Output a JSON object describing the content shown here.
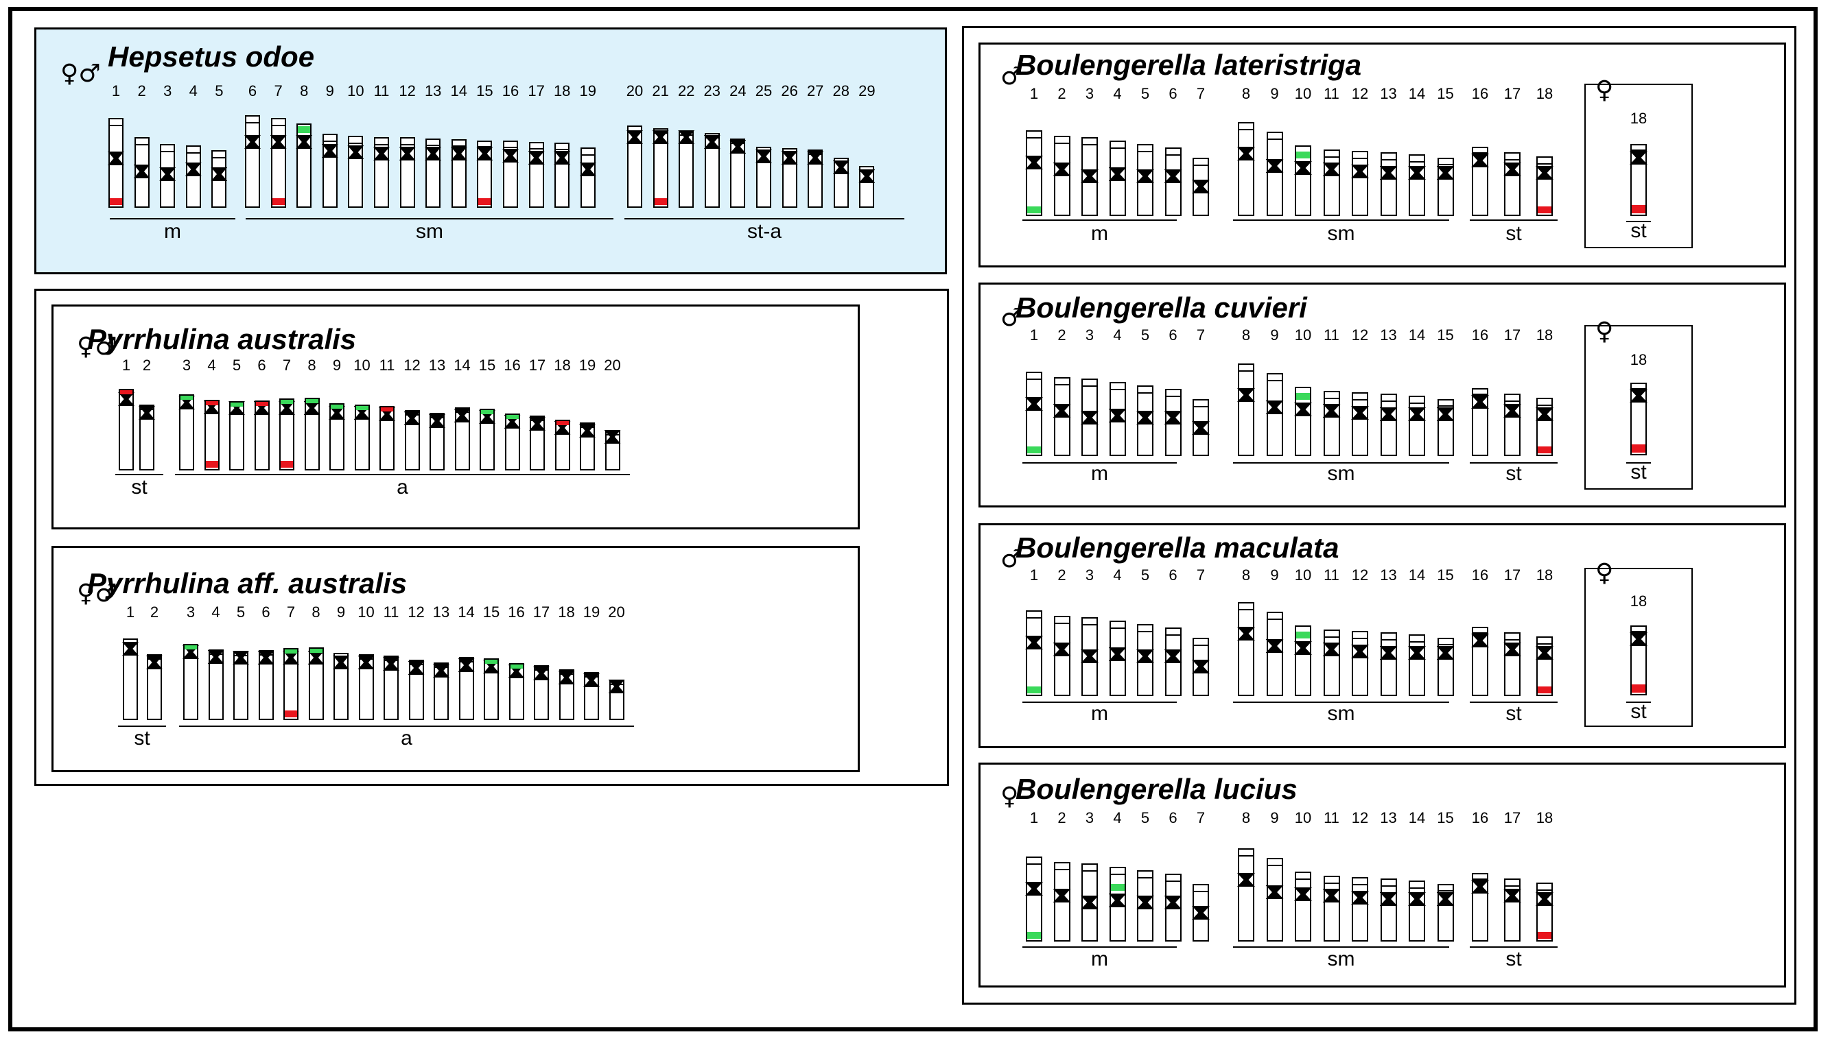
{
  "colors": {
    "nor_red": "#e8161e",
    "nor_green": "#3ad95a",
    "highlight_bg": "#ddf2fb"
  },
  "panels": [
    {
      "id": "hepsetus-odoe",
      "title": "Hepsetus odoe",
      "sex": "♀♂",
      "numbers": [
        "1",
        "2",
        "3",
        "4",
        "5",
        "6",
        "7",
        "8",
        "9",
        "10",
        "11",
        "12",
        "13",
        "14",
        "15",
        "16",
        "17",
        "18",
        "19",
        "20",
        "21",
        "22",
        "23",
        "24",
        "25",
        "26",
        "27",
        "28",
        "29"
      ],
      "groups": [
        {
          "label": "m",
          "chromosomes": [
            "1",
            "2",
            "3",
            "4",
            "5"
          ]
        },
        {
          "label": "sm",
          "chromosomes": [
            "6",
            "7",
            "8",
            "9",
            "10",
            "11",
            "12",
            "13",
            "14",
            "15",
            "16",
            "17",
            "18",
            "19"
          ]
        },
        {
          "label": "st-a",
          "chromosomes": [
            "20",
            "21",
            "22",
            "23",
            "24",
            "25",
            "26",
            "27",
            "28",
            "29"
          ]
        }
      ],
      "marks": [
        {
          "chromosome": "1",
          "color": "red",
          "position": "distal"
        },
        {
          "chromosome": "7",
          "color": "red",
          "position": "distal"
        },
        {
          "chromosome": "8",
          "color": "green",
          "position": "proximal"
        },
        {
          "chromosome": "15",
          "color": "red",
          "position": "distal"
        },
        {
          "chromosome": "21",
          "color": "red",
          "position": "distal"
        }
      ]
    },
    {
      "id": "pyrrhulina-australis",
      "title": "Pyrrhulina australis",
      "sex": "♀♂",
      "numbers": [
        "1",
        "2",
        "3",
        "4",
        "5",
        "6",
        "7",
        "8",
        "9",
        "10",
        "11",
        "12",
        "13",
        "14",
        "15",
        "16",
        "17",
        "18",
        "19",
        "20"
      ],
      "groups": [
        {
          "label": "st",
          "chromosomes": [
            "1",
            "2"
          ]
        },
        {
          "label": "a",
          "chromosomes": [
            "3",
            "4",
            "5",
            "6",
            "7",
            "8",
            "9",
            "10",
            "11",
            "12",
            "13",
            "14",
            "15",
            "16",
            "17",
            "18",
            "19",
            "20"
          ]
        }
      ],
      "marks": [
        {
          "chromosome": "1",
          "color": "red",
          "position": "tip"
        },
        {
          "chromosome": "3",
          "color": "green",
          "position": "tip"
        },
        {
          "chromosome": "4",
          "color": "red",
          "position": "tip"
        },
        {
          "chromosome": "4",
          "color": "red",
          "position": "distal"
        },
        {
          "chromosome": "5",
          "color": "green",
          "position": "tip"
        },
        {
          "chromosome": "6",
          "color": "red",
          "position": "tip"
        },
        {
          "chromosome": "7",
          "color": "green",
          "position": "tip"
        },
        {
          "chromosome": "7",
          "color": "red",
          "position": "distal"
        },
        {
          "chromosome": "8",
          "color": "green",
          "position": "tip"
        },
        {
          "chromosome": "9",
          "color": "green",
          "position": "tip"
        },
        {
          "chromosome": "10",
          "color": "green",
          "position": "tip"
        },
        {
          "chromosome": "11",
          "color": "red",
          "position": "tip"
        },
        {
          "chromosome": "15",
          "color": "green",
          "position": "tip"
        },
        {
          "chromosome": "16",
          "color": "green",
          "position": "tip"
        },
        {
          "chromosome": "18",
          "color": "red",
          "position": "tip"
        }
      ]
    },
    {
      "id": "pyrrhulina-aff-australis",
      "title": "Pyrrhulina aff. australis",
      "sex": "♀♂",
      "numbers": [
        "1",
        "2",
        "3",
        "4",
        "5",
        "6",
        "7",
        "8",
        "9",
        "10",
        "11",
        "12",
        "13",
        "14",
        "15",
        "16",
        "17",
        "18",
        "19",
        "20"
      ],
      "groups": [
        {
          "label": "st",
          "chromosomes": [
            "1",
            "2"
          ]
        },
        {
          "label": "a",
          "chromosomes": [
            "3",
            "4",
            "5",
            "6",
            "7",
            "8",
            "9",
            "10",
            "11",
            "12",
            "13",
            "14",
            "15",
            "16",
            "17",
            "18",
            "19",
            "20"
          ]
        }
      ],
      "marks": [
        {
          "chromosome": "3",
          "color": "green",
          "position": "tip"
        },
        {
          "chromosome": "7",
          "color": "green",
          "position": "tip"
        },
        {
          "chromosome": "7",
          "color": "red",
          "position": "distal"
        },
        {
          "chromosome": "8",
          "color": "green",
          "position": "tip"
        },
        {
          "chromosome": "15",
          "color": "green",
          "position": "tip"
        },
        {
          "chromosome": "16",
          "color": "green",
          "position": "tip"
        }
      ]
    },
    {
      "id": "boulengerella-lateristriga",
      "title": "Boulengerella lateristriga",
      "sex": "♂",
      "numbers": [
        "1",
        "2",
        "3",
        "4",
        "5",
        "6",
        "7",
        "8",
        "9",
        "10",
        "11",
        "12",
        "13",
        "14",
        "15",
        "16",
        "17",
        "18"
      ],
      "groups": [
        {
          "label": "m",
          "chromosomes": [
            "1",
            "2",
            "3",
            "4",
            "5",
            "6",
            "7"
          ]
        },
        {
          "label": "sm",
          "chromosomes": [
            "8",
            "9",
            "10",
            "11",
            "12",
            "13",
            "14",
            "15"
          ]
        },
        {
          "label": "st",
          "chromosomes": [
            "16",
            "17",
            "18"
          ]
        }
      ],
      "female_inset": {
        "sex": "♀",
        "number": "18",
        "label": "st"
      },
      "marks": [
        {
          "chromosome": "1",
          "color": "green",
          "position": "distal"
        },
        {
          "chromosome": "10",
          "color": "green",
          "position": "proximal"
        },
        {
          "chromosome": "18",
          "color": "red",
          "position": "distal"
        }
      ]
    },
    {
      "id": "boulengerella-cuvieri",
      "title": "Boulengerella cuvieri",
      "sex": "♂",
      "numbers": [
        "1",
        "2",
        "3",
        "4",
        "5",
        "6",
        "7",
        "8",
        "9",
        "10",
        "11",
        "12",
        "13",
        "14",
        "15",
        "16",
        "17",
        "18"
      ],
      "groups": [
        {
          "label": "m",
          "chromosomes": [
            "1",
            "2",
            "3",
            "4",
            "5",
            "6",
            "7"
          ]
        },
        {
          "label": "sm",
          "chromosomes": [
            "8",
            "9",
            "10",
            "11",
            "12",
            "13",
            "14",
            "15"
          ]
        },
        {
          "label": "st",
          "chromosomes": [
            "16",
            "17",
            "18"
          ]
        }
      ],
      "female_inset": {
        "sex": "♀",
        "number": "18",
        "label": "st"
      },
      "marks": [
        {
          "chromosome": "1",
          "color": "green",
          "position": "distal"
        },
        {
          "chromosome": "10",
          "color": "green",
          "position": "proximal"
        },
        {
          "chromosome": "18",
          "color": "red",
          "position": "distal"
        }
      ]
    },
    {
      "id": "boulengerella-maculata",
      "title": "Boulengerella maculata",
      "sex": "♂",
      "numbers": [
        "1",
        "2",
        "3",
        "4",
        "5",
        "6",
        "7",
        "8",
        "9",
        "10",
        "11",
        "12",
        "13",
        "14",
        "15",
        "16",
        "17",
        "18"
      ],
      "groups": [
        {
          "label": "m",
          "chromosomes": [
            "1",
            "2",
            "3",
            "4",
            "5",
            "6",
            "7"
          ]
        },
        {
          "label": "sm",
          "chromosomes": [
            "8",
            "9",
            "10",
            "11",
            "12",
            "13",
            "14",
            "15"
          ]
        },
        {
          "label": "st",
          "chromosomes": [
            "16",
            "17",
            "18"
          ]
        }
      ],
      "female_inset": {
        "sex": "♀",
        "number": "18",
        "label": "st"
      },
      "marks": [
        {
          "chromosome": "1",
          "color": "green",
          "position": "distal"
        },
        {
          "chromosome": "10",
          "color": "green",
          "position": "proximal"
        },
        {
          "chromosome": "18",
          "color": "red",
          "position": "distal"
        }
      ]
    },
    {
      "id": "boulengerella-lucius",
      "title": "Boulengerella lucius",
      "sex": "♀",
      "numbers": [
        "1",
        "2",
        "3",
        "4",
        "5",
        "6",
        "7",
        "8",
        "9",
        "10",
        "11",
        "12",
        "13",
        "14",
        "15",
        "16",
        "17",
        "18"
      ],
      "groups": [
        {
          "label": "m",
          "chromosomes": [
            "1",
            "2",
            "3",
            "4",
            "5",
            "6",
            "7"
          ]
        },
        {
          "label": "sm",
          "chromosomes": [
            "8",
            "9",
            "10",
            "11",
            "12",
            "13",
            "14",
            "15"
          ]
        },
        {
          "label": "st",
          "chromosomes": [
            "16",
            "17",
            "18"
          ]
        }
      ],
      "marks": [
        {
          "chromosome": "1",
          "color": "green",
          "position": "distal"
        },
        {
          "chromosome": "4",
          "color": "green",
          "position": "proximal"
        },
        {
          "chromosome": "18",
          "color": "red",
          "position": "distal"
        }
      ]
    }
  ]
}
